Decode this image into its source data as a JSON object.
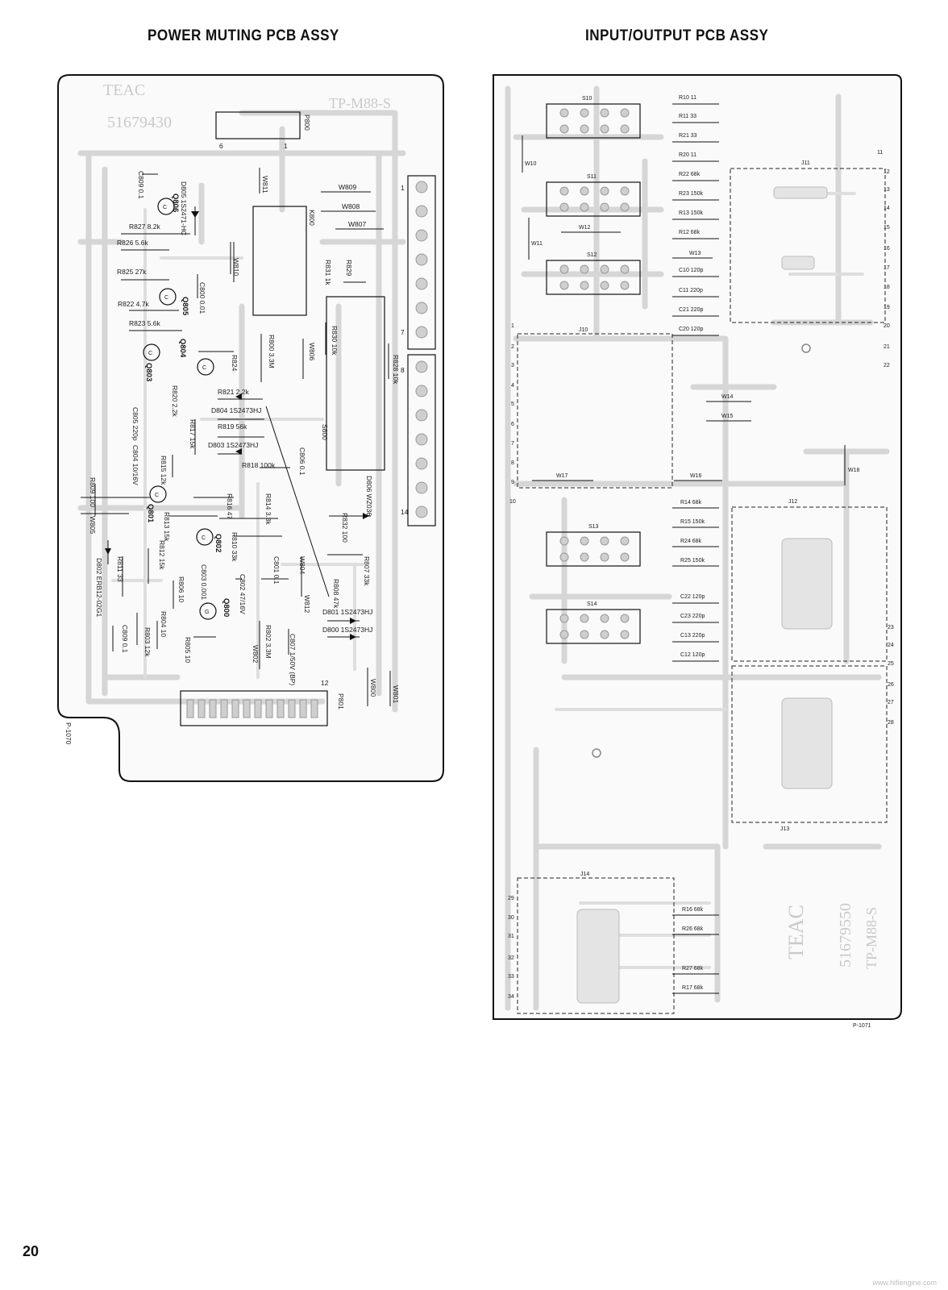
{
  "page": {
    "left_title": "POWER MUTING PCB ASSY",
    "right_title": "INPUT/OUTPUT PCB ASSY",
    "page_number": "20",
    "watermark": "www.hifiengine.com"
  },
  "left_board": {
    "brand": "TEAC",
    "part_no": "51679430",
    "model": "TP-M88-S",
    "pcb_code": "P-1070",
    "connectors": {
      "p800": "P800",
      "p801": "P801",
      "p800_pin1": "1",
      "p800_pin6": "6",
      "p801_pin12": "12",
      "edge_1": "1",
      "edge_7": "7",
      "edge_8": "8",
      "edge_14": "14"
    },
    "labels": {
      "c809a": "C809 0.1",
      "q806": "Q806",
      "d805": "D805 1S2471-HC",
      "r827": "R827 8.2k",
      "r826": "R826 5.6k",
      "r825": "R825 27k",
      "q805": "Q805",
      "r822": "R822 4.7k",
      "r823": "R823 5.6k",
      "c800": "C800 0.01",
      "q803": "Q803",
      "q804": "Q804",
      "r824": "R824",
      "r820": "R820 2.2k",
      "r821": "R821 2.2k",
      "d804": "D804 1S2473HJ",
      "r819": "R819 56k",
      "d803": "D803 1S2473HJ",
      "c805": "C805 220p",
      "r817": "R817 15k",
      "c804": "C804 10/16V",
      "r815": "R815 12k",
      "r818": "R818 100k",
      "c806": "C806 0.1",
      "r809": "R809 100",
      "r816": "R816 47",
      "r814": "R814 3.3k",
      "q801": "Q801",
      "r813": "R813 15k",
      "w805": "W805",
      "q802": "Q802",
      "r810": "R810 33k",
      "d806": "D806 WZ036",
      "r832": "R832 100",
      "d802": "D802 ERB12-02G1",
      "r812": "R812 15k",
      "r811": "R811 33",
      "c803": "C803 0.001",
      "c801": "C801 0.1",
      "w804": "W804",
      "r807": "R807 33k",
      "r806": "R806 10",
      "c802": "C802 47/16V",
      "r808": "R808 47k",
      "w812": "W812",
      "q800": "Q800",
      "r804": "R804 10",
      "c809b": "C809 0.1",
      "r803": "R803 12k",
      "r805": "R805 10",
      "r802": "R802 3.3M",
      "w802": "W802",
      "c807": "C807 1/50V (BP)",
      "d801": "D801 1S2473HJ",
      "d800": "D800 1S2473HJ",
      "w800": "W800",
      "w801": "W801",
      "w811": "W811",
      "w809": "W809",
      "w808": "W808",
      "w807": "W807",
      "k800": "K800",
      "w810": "W810",
      "r831": "R831 1k",
      "r829": "R829",
      "r830": "R830 10k",
      "r800": "R800 3.3M",
      "w806": "W806",
      "r828": "R828 10k",
      "s800": "S800"
    }
  },
  "right_board": {
    "brand": "TEAC",
    "part_no": "51679550",
    "model": "TP-M88-S",
    "pcb_code": "P-1071",
    "switches": {
      "s10": "S10",
      "s11": "S11",
      "s12": "S12",
      "s13": "S13",
      "s14": "S14"
    },
    "jacks": {
      "j10": "J10",
      "j11": "J11",
      "j12": "J12",
      "j13": "J13",
      "j14": "J14"
    },
    "wires": {
      "w10": "W10",
      "w11": "W11",
      "w12": "W12",
      "w13": "W13",
      "w14": "W14",
      "w15": "W15",
      "w16": "W16",
      "w17": "W17",
      "w18": "W18"
    },
    "parts_top": [
      "R10 11",
      "R11 33",
      "R21 33",
      "R20 11",
      "R22 68k",
      "R23 150k",
      "R13 150k",
      "R12 68k"
    ],
    "caps_top": [
      "C10 120p",
      "C11 220p",
      "C21 220p",
      "C20 120p"
    ],
    "parts_mid": [
      "R14 68k",
      "R15 150k",
      "R24 68k",
      "R25 150k"
    ],
    "caps_mid": [
      "C22 120p",
      "C23 220p",
      "C13 220p",
      "C12 120p"
    ],
    "parts_bottom": [
      "R16 68k",
      "R26 68k",
      "R27 68k",
      "R17 68k"
    ],
    "pins_left": [
      "1",
      "2",
      "3",
      "4",
      "5",
      "6",
      "7",
      "8",
      "9",
      "10"
    ],
    "pins_right_top": [
      "11",
      "12",
      "13",
      "14",
      "15",
      "16",
      "17",
      "18",
      "19",
      "20",
      "21",
      "22"
    ],
    "pins_right_mid": [
      "23",
      "24",
      "25",
      "26",
      "27",
      "28"
    ],
    "pins_bottom_left": [
      "29",
      "30",
      "31",
      "32",
      "33",
      "34"
    ]
  }
}
